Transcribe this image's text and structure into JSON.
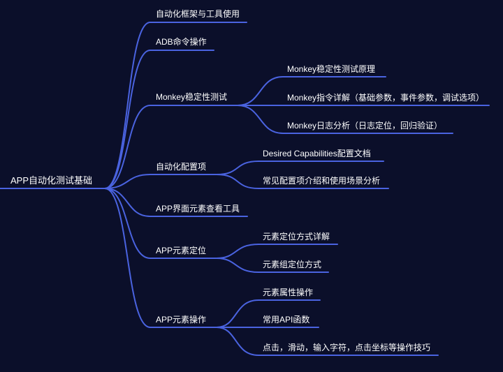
{
  "mindmap": {
    "line_color": "#4a63e0",
    "background": "#0b0f2a",
    "text_color": "#ffffff",
    "root": {
      "label": "APP自动化测试基础",
      "children": [
        {
          "label": "自动化框架与工具使用",
          "children": []
        },
        {
          "label": "ADB命令操作",
          "children": []
        },
        {
          "label": "Monkey稳定性测试",
          "children": [
            {
              "label": "Monkey稳定性测试原理"
            },
            {
              "label": "Monkey指令详解（基础参数，事件参数，调试选项）"
            },
            {
              "label": "Monkey日志分析（日志定位，回归验证）"
            }
          ]
        },
        {
          "label": "自动化配置项",
          "children": [
            {
              "label": "Desired Capabilities配置文档"
            },
            {
              "label": "常见配置项介绍和使用场景分析"
            }
          ]
        },
        {
          "label": "APP界面元素查看工具",
          "children": []
        },
        {
          "label": "APP元素定位",
          "children": [
            {
              "label": "元素定位方式详解"
            },
            {
              "label": "元素组定位方式"
            }
          ]
        },
        {
          "label": "APP元素操作",
          "children": [
            {
              "label": "元素属性操作"
            },
            {
              "label": "常用API函数"
            },
            {
              "label": "点击，滑动，输入字符，点击坐标等操作技巧"
            }
          ]
        }
      ]
    }
  }
}
